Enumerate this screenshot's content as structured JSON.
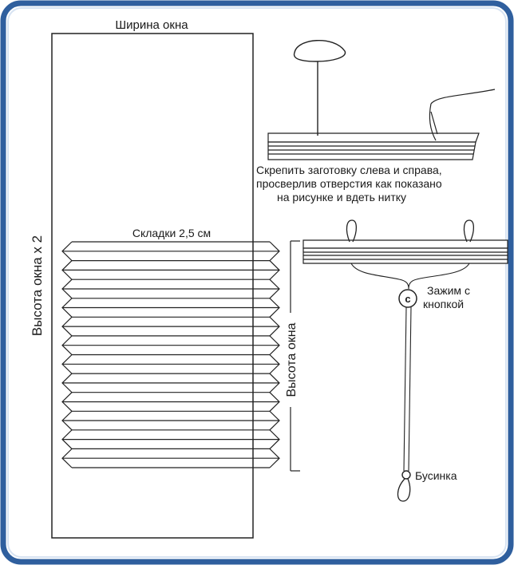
{
  "colors": {
    "frame": "#2f5f9e",
    "frame_inner": "#d7e3f2",
    "line": "#222222",
    "text": "#1a1a1a"
  },
  "labels": {
    "window_width": "Ширина окна",
    "window_height_x2": "Высота окна х 2",
    "pleats": "Складки 2,5 см",
    "instruction_line1": "Скрепить заготовку слева и справа,",
    "instruction_line2": "просверлив отверстия как показано",
    "instruction_line3": "на рисунке и вдеть нитку",
    "window_height": "Высота окна",
    "clamp_line1": "Зажим с",
    "clamp_line2": "кнопкой",
    "bead": "Бусинка"
  },
  "icons": {
    "clamp_glyph": "c"
  }
}
